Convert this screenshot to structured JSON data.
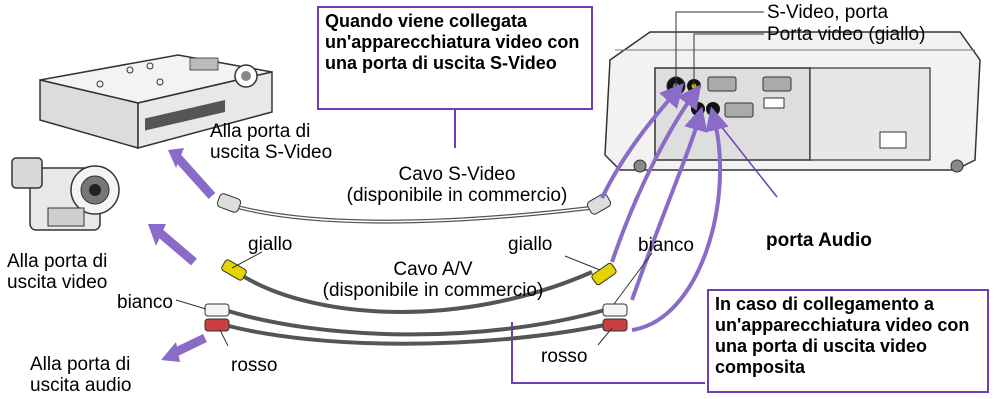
{
  "note_svideo": "Quando viene collegata un'apparecchiatura video con una porta di uscita S-Video",
  "note_composite": "In caso di collegamento a un'apparecchiatura video con una porta di uscita video composita",
  "projector_labels": {
    "svideo_port": "S-Video, porta",
    "video_port": "Porta video (giallo)",
    "audio_port": "porta Audio"
  },
  "source_labels": {
    "svideo_out": "Alla porta di\nuscita S-Video",
    "video_out": "Alla porta di\nuscita video",
    "audio_out": "Alla porta di\nuscita audio"
  },
  "cables": {
    "svideo": "Cavo S-Video\n(disponibile in commercio)",
    "av": "Cavo A/V\n(disponibile in commercio)"
  },
  "plug_colors": {
    "yellow_left": "giallo",
    "yellow_right": "giallo",
    "white_left": "bianco",
    "white_right": "bianco",
    "red_left": "rosso",
    "red_right": "rosso"
  },
  "colors": {
    "accent_purple": "#6a3fb8",
    "arrow_purple": "#8a6cc8"
  }
}
